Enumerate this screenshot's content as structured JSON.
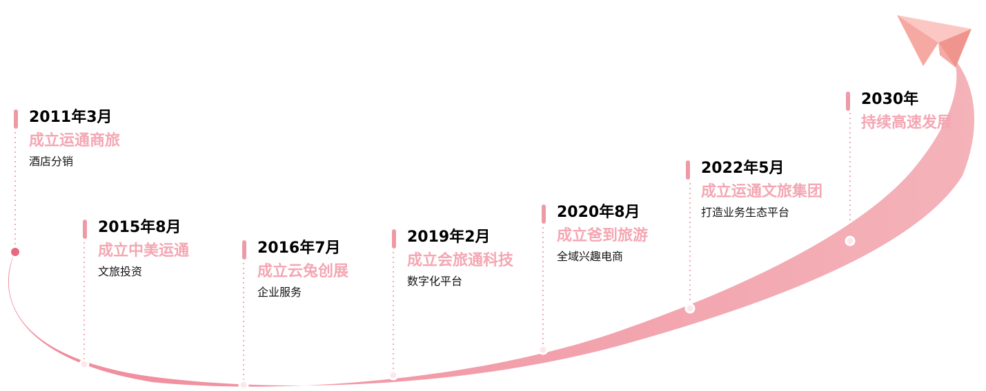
{
  "colors": {
    "curve_start": "#f08a9b",
    "curve_end": "#f4b3b9",
    "accent_dot": "#e8687f",
    "title_pink": "#f4a6b2",
    "marker_pink": "#ee9aa6",
    "plane_light": "#fbc7c2",
    "plane_mid": "#f5a9a2",
    "plane_dark": "#ef958e"
  },
  "icons": {
    "arrow_tip": "paper-plane-icon"
  },
  "milestones": [
    {
      "date": "2011年3月",
      "title": "成立运通商旅",
      "subtitle": "酒店分销"
    },
    {
      "date": "2015年8月",
      "title": "成立中美运通",
      "subtitle": "文旅投资"
    },
    {
      "date": "2016年7月",
      "title": "成立云兔创展",
      "subtitle": "企业服务"
    },
    {
      "date": "2019年2月",
      "title": "成立会旅通科技",
      "subtitle": "数字化平台"
    },
    {
      "date": "2020年8月",
      "title": "成立爸到旅游",
      "subtitle": "全域兴趣电商"
    },
    {
      "date": "2022年5月",
      "title": "成立运通文旅集团",
      "subtitle": "打造业务生态平台"
    },
    {
      "date": "2030年",
      "title": "持续高速发展",
      "subtitle": ""
    }
  ]
}
